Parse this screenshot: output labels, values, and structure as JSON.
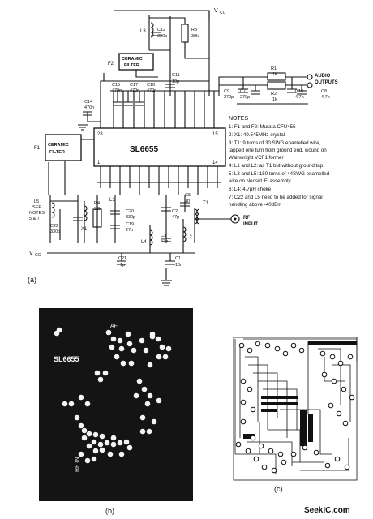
{
  "schematic": {
    "vcc_top": "V",
    "vcc_top_sub": "CC",
    "vcc_left": "V",
    "vcc_left_sub": "CC",
    "ic": {
      "name": "SL6655",
      "pin_tl": "28",
      "pin_tr": "15",
      "pin_bl": "1",
      "pin_br": "14"
    },
    "filter_f2": {
      "ref": "F2",
      "label_1": "CERAMIC",
      "label_2": "FILTER"
    },
    "filter_f1": {
      "ref": "F1",
      "label_1": "CERAMIC",
      "label_2": "FILTER"
    },
    "l3": "L3",
    "c12": [
      "C12",
      "330p"
    ],
    "r3": [
      "R3",
      "39k"
    ],
    "c11": [
      "C11",
      "10p"
    ],
    "c15": [
      "C15",
      "470n"
    ],
    "c17": [
      "C17",
      "470n"
    ],
    "c16": [
      "C16",
      "470n"
    ],
    "c14": [
      "C14",
      "470n"
    ],
    "r1": [
      "R1",
      "1k"
    ],
    "r2": [
      "R2",
      "1k"
    ],
    "c9": [
      "C9",
      "270p"
    ],
    "c7": [
      "C7",
      "270p"
    ],
    "c10": [
      "C10",
      "4.7n"
    ],
    "c8": [
      "C8",
      "4.7n"
    ],
    "audio_label_1": "AUDIO",
    "audio_label_2": "OUTPUTS",
    "l5_note": [
      "L5",
      "SEE",
      "NOTES",
      "5 & 7"
    ],
    "c22": [
      "C22",
      "330p"
    ],
    "x1": "X1",
    "r4": [
      "R4",
      "33k"
    ],
    "l1": "L1",
    "c20": [
      "C20",
      "330p"
    ],
    "c19": [
      "C19",
      "27p"
    ],
    "l4": "L4",
    "c2": [
      "C2",
      "47p"
    ],
    "c3": [
      "C3",
      "47p"
    ],
    "c5": [
      "C5",
      "1n"
    ],
    "l2": "L2",
    "t1": "T1",
    "rf_input_1": "RF",
    "rf_input_2": "INPUT",
    "c21": [
      "C21",
      "1μ"
    ],
    "c1": [
      "C1",
      "10n"
    ],
    "caption_a": "(a)"
  },
  "notes": {
    "heading": "NOTES",
    "lines": [
      "1: F1 and F2: Murata CFU455",
      "2: X1: 49.545MHz crystal",
      "3: T1: 9 turns of 30 SWG enamelled wire,",
      "tapped one turn from ground end, wound on",
      "Wainwright VCF1 former",
      "4: L1 and L2: as T1 but without ground tap",
      "5: L3 and L5: 150 turns of 44SWG enamelled",
      "wire on Neosid 'F' assembly",
      "6: L4: 4.7μH choke",
      "7: C22 and L5 need to be added for signal",
      "handling above -40dBm"
    ]
  },
  "layout_b": {
    "af_label": "AF",
    "chip_label": "SL6655",
    "rf_label": "RF IN",
    "caption": "(b)"
  },
  "pcb_c": {
    "caption": "(c)"
  },
  "watermark": "SeekIC.com"
}
